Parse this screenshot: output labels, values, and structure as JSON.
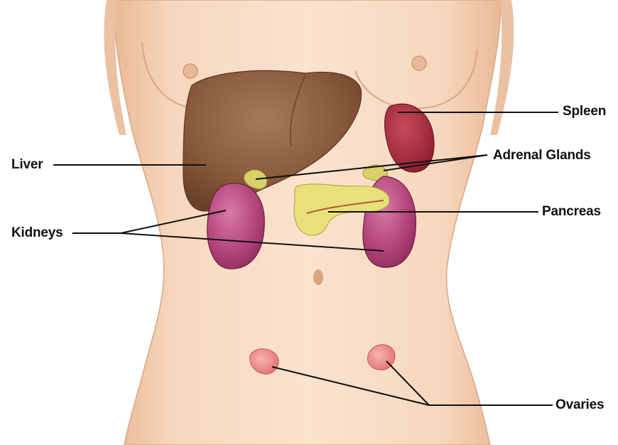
{
  "labels": {
    "spleen": "Spleen",
    "adrenal": "Adrenal Glands",
    "liver": "Liver",
    "pancreas": "Pancreas",
    "kidneys": "Kidneys",
    "ovaries": "Ovaries"
  },
  "colors": {
    "skin": "#f6d7bd",
    "skin_shadow": "#e9b996",
    "liver": "#8a5a3c",
    "spleen": "#a3283a",
    "kidney": "#b4457a",
    "pancreas": "#e8e07a",
    "adrenal": "#d9cf6b",
    "ovary": "#ee8a8a",
    "line": "#111111"
  }
}
